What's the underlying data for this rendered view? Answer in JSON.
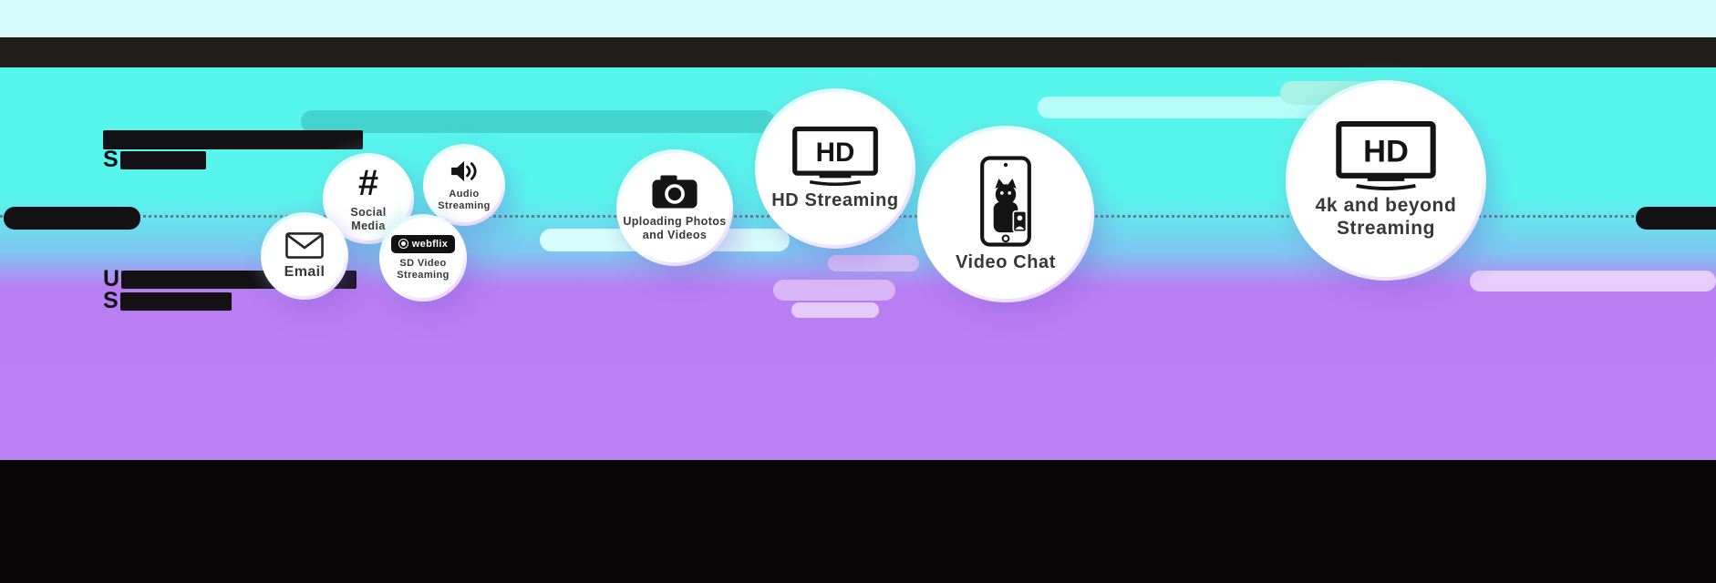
{
  "palette": {
    "top_strip": "#d7fbf8",
    "top_bar": "#231e1e",
    "cyan": "#57f6ed",
    "purple": "#bd80f4",
    "bottom_bar": "#060404",
    "pill_teal_dark": "#43d5cd",
    "pill_cyan_light": "#b6fdfa",
    "pill_lavender": "#d9b6f8"
  },
  "redacted": {
    "block1_letter": "S",
    "block2_letter_line1": "U",
    "block2_letter_line2": "S"
  },
  "bubbles": {
    "email": {
      "label": "Email"
    },
    "social": {
      "glyph": "#",
      "line1": "Social",
      "line2": "Media"
    },
    "audio": {
      "line1": "Audio",
      "line2": "Streaming"
    },
    "sd_video": {
      "logo": "webflix",
      "line1": "SD Video",
      "line2": "Streaming"
    },
    "upload": {
      "line1": "Uploading Photos",
      "line2": "and Videos"
    },
    "hd": {
      "tv_text": "HD",
      "label": "HD Streaming"
    },
    "video_chat": {
      "label": "Video Chat"
    },
    "four_k": {
      "tv_text": "HD",
      "line1": "4k and beyond",
      "line2": "Streaming"
    }
  }
}
